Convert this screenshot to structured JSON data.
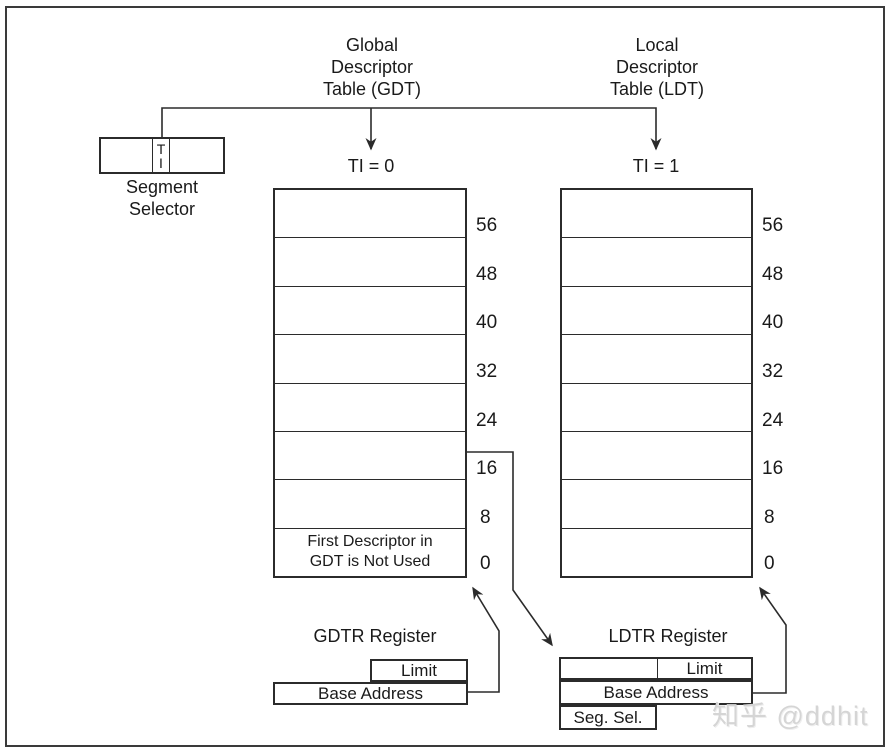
{
  "segment_selector": {
    "ti_top": "T",
    "ti_bottom": "I",
    "label_line1": "Segment",
    "label_line2": "Selector"
  },
  "gdt": {
    "title_line1": "Global",
    "title_line2": "Descriptor",
    "title_line3": "Table (GDT)",
    "ti_label": "TI = 0",
    "note_line1": "First Descriptor in",
    "note_line2": "GDT is Not Used",
    "offsets": [
      "56",
      "48",
      "40",
      "32",
      "24",
      "16",
      "8",
      "0"
    ]
  },
  "ldt": {
    "title_line1": "Local",
    "title_line2": "Descriptor",
    "title_line3": "Table (LDT)",
    "ti_label": "TI = 1",
    "offsets": [
      "56",
      "48",
      "40",
      "32",
      "24",
      "16",
      "8",
      "0"
    ]
  },
  "gdtr": {
    "title": "GDTR Register",
    "limit_label": "Limit",
    "base_label": "Base Address"
  },
  "ldtr": {
    "title": "LDTR Register",
    "limit_label": "Limit",
    "base_label": "Base Address",
    "seg_sel_label": "Seg. Sel."
  },
  "watermark": "知乎 @ddhit",
  "colors": {
    "line": "#2b2b2b",
    "text": "#1a1a1a",
    "watermark": "#d5d5d5"
  }
}
